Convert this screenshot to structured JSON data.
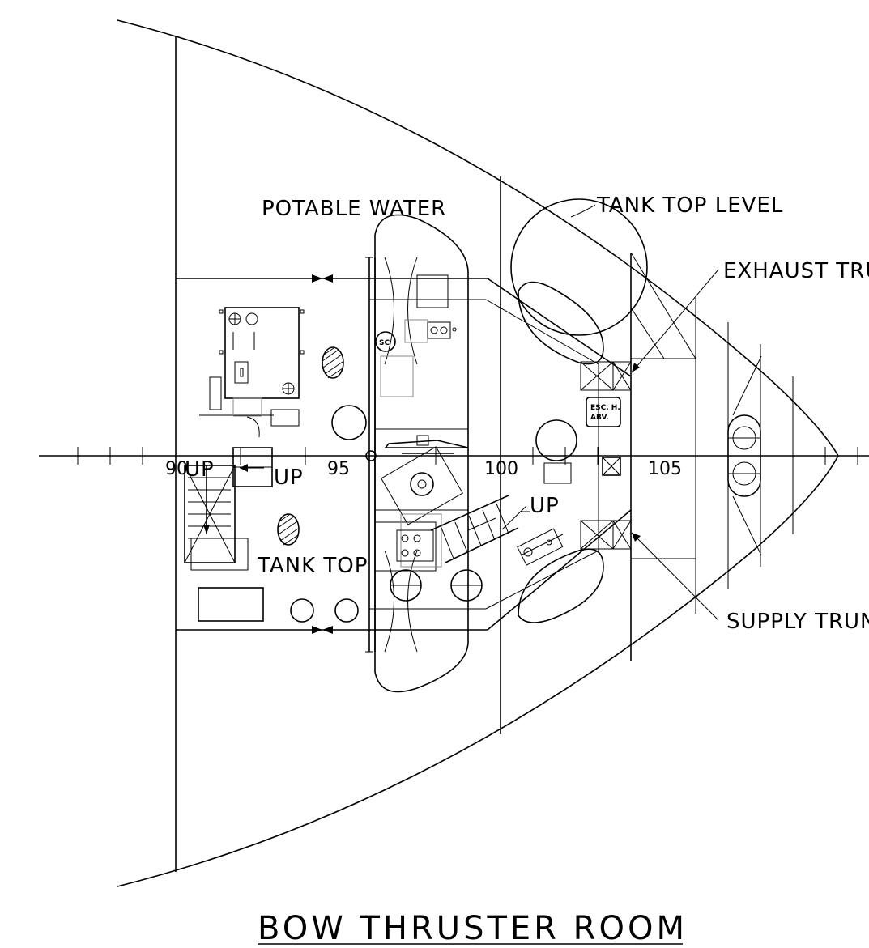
{
  "drawing_title": "BOW THRUSTER ROOM",
  "labels": {
    "potable_water": "POTABLE WATER",
    "tank_top_level": "TANK TOP LEVEL",
    "exhaust_trunk": "EXHAUST TRUNK",
    "supply_trunk": "SUPPLY TRUNK",
    "tank_top": "TANK TOP",
    "up_stair_left": "UP",
    "up_ladder": "UP",
    "up_ramp": "UP",
    "escape_hatch_line1": "ESC. H.",
    "escape_hatch_line2": "ABV.",
    "sc_mark": "SC"
  },
  "frame_numbers": [
    "90",
    "95",
    "100",
    "105"
  ],
  "icons": [
    "valve-icon",
    "escape-arrow-icon"
  ]
}
